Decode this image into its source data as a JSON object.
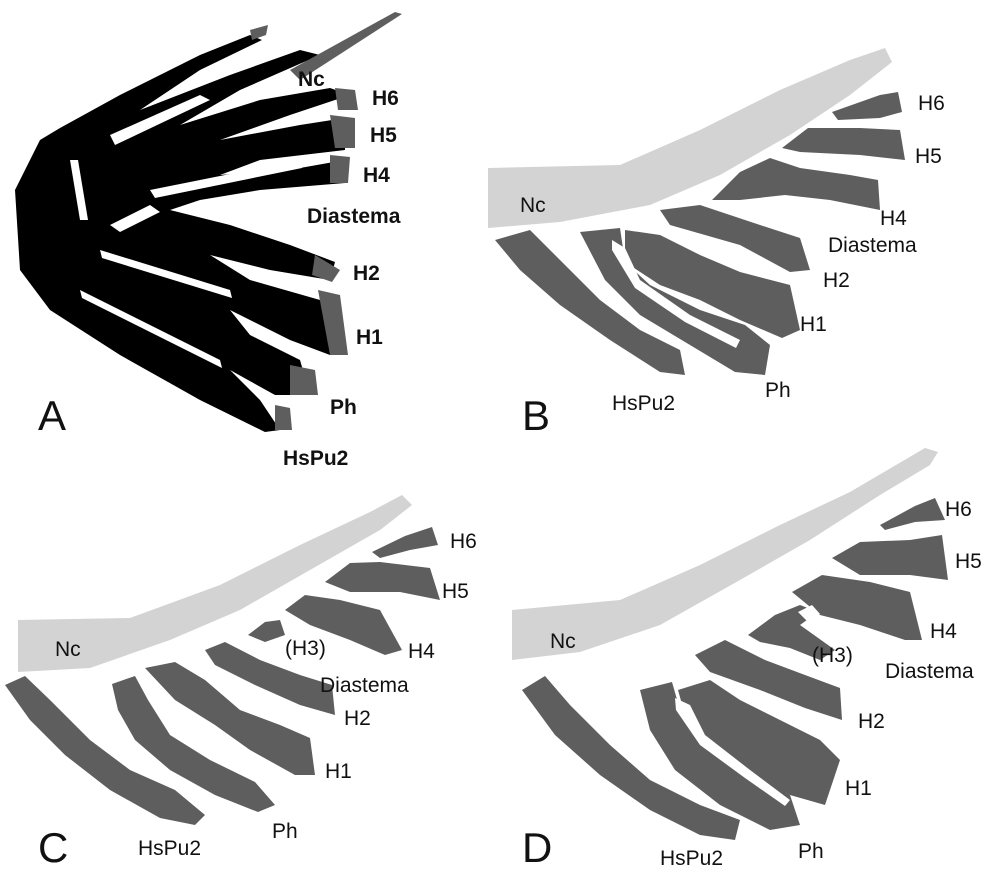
{
  "colors": {
    "notochord": "#d3d3d3",
    "bone": "#5e5e5e",
    "cartilage": "#000000",
    "background": "#ffffff"
  },
  "panels": {
    "a": {
      "letter": "A",
      "labels": {
        "nc": "Nc",
        "h6": "H6",
        "h5": "H5",
        "h4": "H4",
        "diastema": "Diastema",
        "h2": "H2",
        "h1": "H1",
        "ph": "Ph",
        "hspu2": "HsPu2"
      }
    },
    "b": {
      "letter": "B",
      "labels": {
        "nc": "Nc",
        "h6": "H6",
        "h5": "H5",
        "h4": "H4",
        "diastema": "Diastema",
        "h2": "H2",
        "h1": "H1",
        "ph": "Ph",
        "hspu2": "HsPu2"
      }
    },
    "c": {
      "letter": "C",
      "labels": {
        "nc": "Nc",
        "h6": "H6",
        "h5": "H5",
        "h3": "(H3)",
        "h4": "H4",
        "diastema": "Diastema",
        "h2": "H2",
        "h1": "H1",
        "ph": "Ph",
        "hspu2": "HsPu2"
      }
    },
    "d": {
      "letter": "D",
      "labels": {
        "nc": "Nc",
        "h6": "H6",
        "h5": "H5",
        "h4": "H4",
        "h3": "(H3)",
        "diastema": "Diastema",
        "h2": "H2",
        "h1": "H1",
        "ph": "Ph",
        "hspu2": "HsPu2"
      }
    }
  }
}
